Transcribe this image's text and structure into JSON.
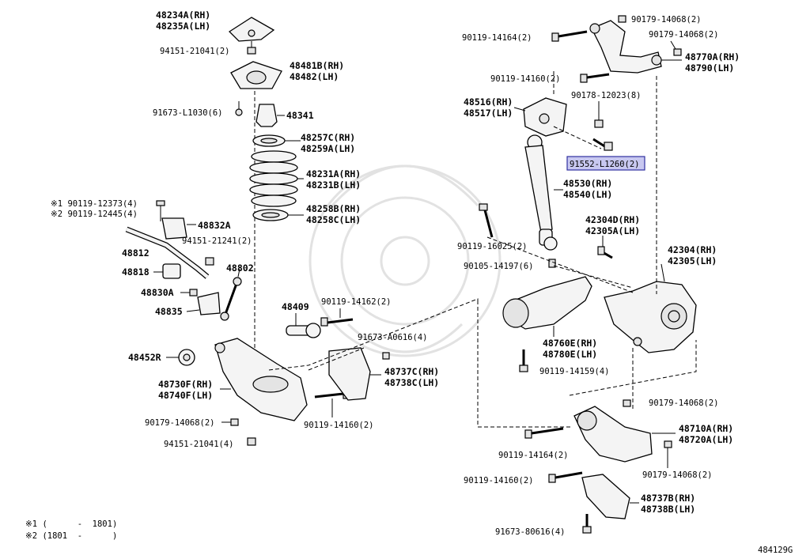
{
  "labels": {
    "l48234a": "48234A(RH)",
    "l48235a": "48235A(LH)",
    "l94151a": "94151-21041(2)",
    "l48481b": "48481B(RH)",
    "l48482": "48482(LH)",
    "l91673l": "91673-L1030(6)",
    "l48341": "48341",
    "l48257c": "48257C(RH)",
    "l48259a": "48259A(LH)",
    "l48231a": "48231A(RH)",
    "l48231b": "48231B(LH)",
    "l48258b": "48258B(RH)",
    "l48258c": "48258C(LH)",
    "l90119a": "※1 90119-12373(4)",
    "l90119b": "※2 90119-12445(4)",
    "l48832a": "48832A",
    "l94151b": "94151-21241(2)",
    "l48812": "48812",
    "l48818": "48818",
    "l48802": "48802",
    "l48830a": "48830A",
    "l48835": "48835",
    "l48409": "48409",
    "l90119c": "90119-14162(2)",
    "l91673a": "91673-A0616(4)",
    "l48452r": "48452R",
    "l48737c": "48737C(RH)",
    "l48738c": "48738C(LH)",
    "l48730f": "48730F(RH)",
    "l48740f": "48740F(LH)",
    "l90179a": "90179-14068(2)",
    "l90119d": "90119-14160(2)",
    "l94151c": "94151-21041(4)",
    "l90119e": "90119-14164(2)",
    "l90179b": "90179-14068(2)",
    "l90179c": "90179-14068(2)",
    "l48770a": "48770A(RH)",
    "l48790": "48790(LH)",
    "l90119f": "90119-14160(2)",
    "l48516": "48516(RH)",
    "l48517": "48517(LH)",
    "l90178": "90178-12023(8)",
    "l91552": "91552-L1260(2)",
    "l48530": "48530(RH)",
    "l48540": "48540(LH)",
    "l42304d": "42304D(RH)",
    "l42305a": "42305A(LH)",
    "l90119g": "90119-16025(2)",
    "l42304": "42304(RH)",
    "l42305": "42305(LH)",
    "l90105": "90105-14197(6)",
    "l48760e": "48760E(RH)",
    "l48780e": "48780E(LH)",
    "l90119h": "90119-14159(4)",
    "l90179d": "90179-14068(2)",
    "l48710a": "48710A(RH)",
    "l48720a": "48720A(LH)",
    "l90119i": "90119-14164(2)",
    "l90179e": "90179-14068(2)",
    "l90119j": "90119-14160(2)",
    "l48737b": "48737B(RH)",
    "l48738b": "48738B(LH)",
    "l91673b": "91673-80616(4)"
  },
  "notes": {
    "note1": "※1 (      -  1801)",
    "note2": "※2 (1801  -      )"
  },
  "figure_code": "484129G",
  "highlight_color": "#c8c8f0"
}
